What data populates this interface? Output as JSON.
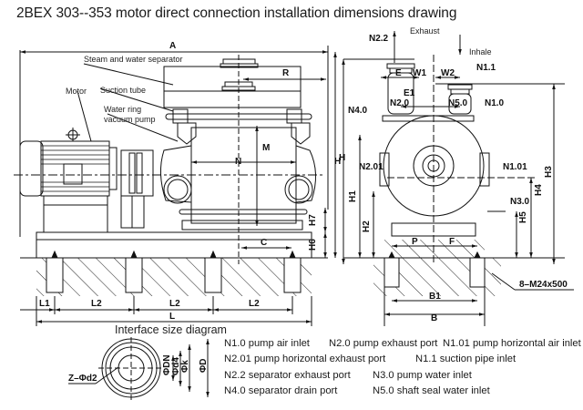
{
  "title": "2BEX 303--353 motor direct connection installation dimensions drawing",
  "side_view": {
    "callouts": {
      "separator": "Steam and water separator",
      "motor": "Motor",
      "suction_tube": "Suction tube",
      "pump_line1": "Water ring",
      "pump_line2": "vacuum pump"
    },
    "dims": {
      "A": "A",
      "R": "R",
      "M": "M",
      "N": "N",
      "H": "H",
      "H7": "H7",
      "H6": "H6",
      "C": "C",
      "L1": "L1",
      "L2a": "L2",
      "L2b": "L2",
      "L2c": "L2",
      "L": "L"
    }
  },
  "end_view": {
    "flow": {
      "exhaust": "Exhaust",
      "inhale": "Inhale"
    },
    "ports": {
      "N2_2": "N2.2",
      "N1_1": "N1.1",
      "N2_0": "N2.0",
      "N5_0": "N5.0",
      "N1_0": "N1.0",
      "N4_0": "N4.0",
      "N2_01": "N2.01",
      "N1_01": "N1.01",
      "N3_0": "N3.0"
    },
    "dims": {
      "E": "E",
      "W1": "W1",
      "W2": "W2",
      "E1": "E1",
      "H": "H",
      "H1": "H1",
      "H2": "H2",
      "H3": "H3",
      "H4": "H4",
      "H5": "H5",
      "P": "P",
      "F": "F",
      "B1": "B1",
      "B": "B"
    },
    "bolts": "8–M24x500"
  },
  "interface": {
    "title": "Interface size diagram",
    "bolt_holes": "Z–Φd2",
    "dims": [
      "ΦDN",
      "Φd4",
      "Φk",
      "ΦD"
    ]
  },
  "legend": [
    [
      "N1.0 pump air inlet",
      "N2.0 pump exhaust port",
      "N1.01 pump horizontal air inlet"
    ],
    [
      "N2.01 pump horizontal exhaust port",
      "N1.1 suction pipe inlet"
    ],
    [
      "N2.2 separator exhaust port",
      "N3.0 pump water inlet"
    ],
    [
      "N4.0 separator drain port",
      "N5.0 shaft seal water inlet"
    ]
  ]
}
